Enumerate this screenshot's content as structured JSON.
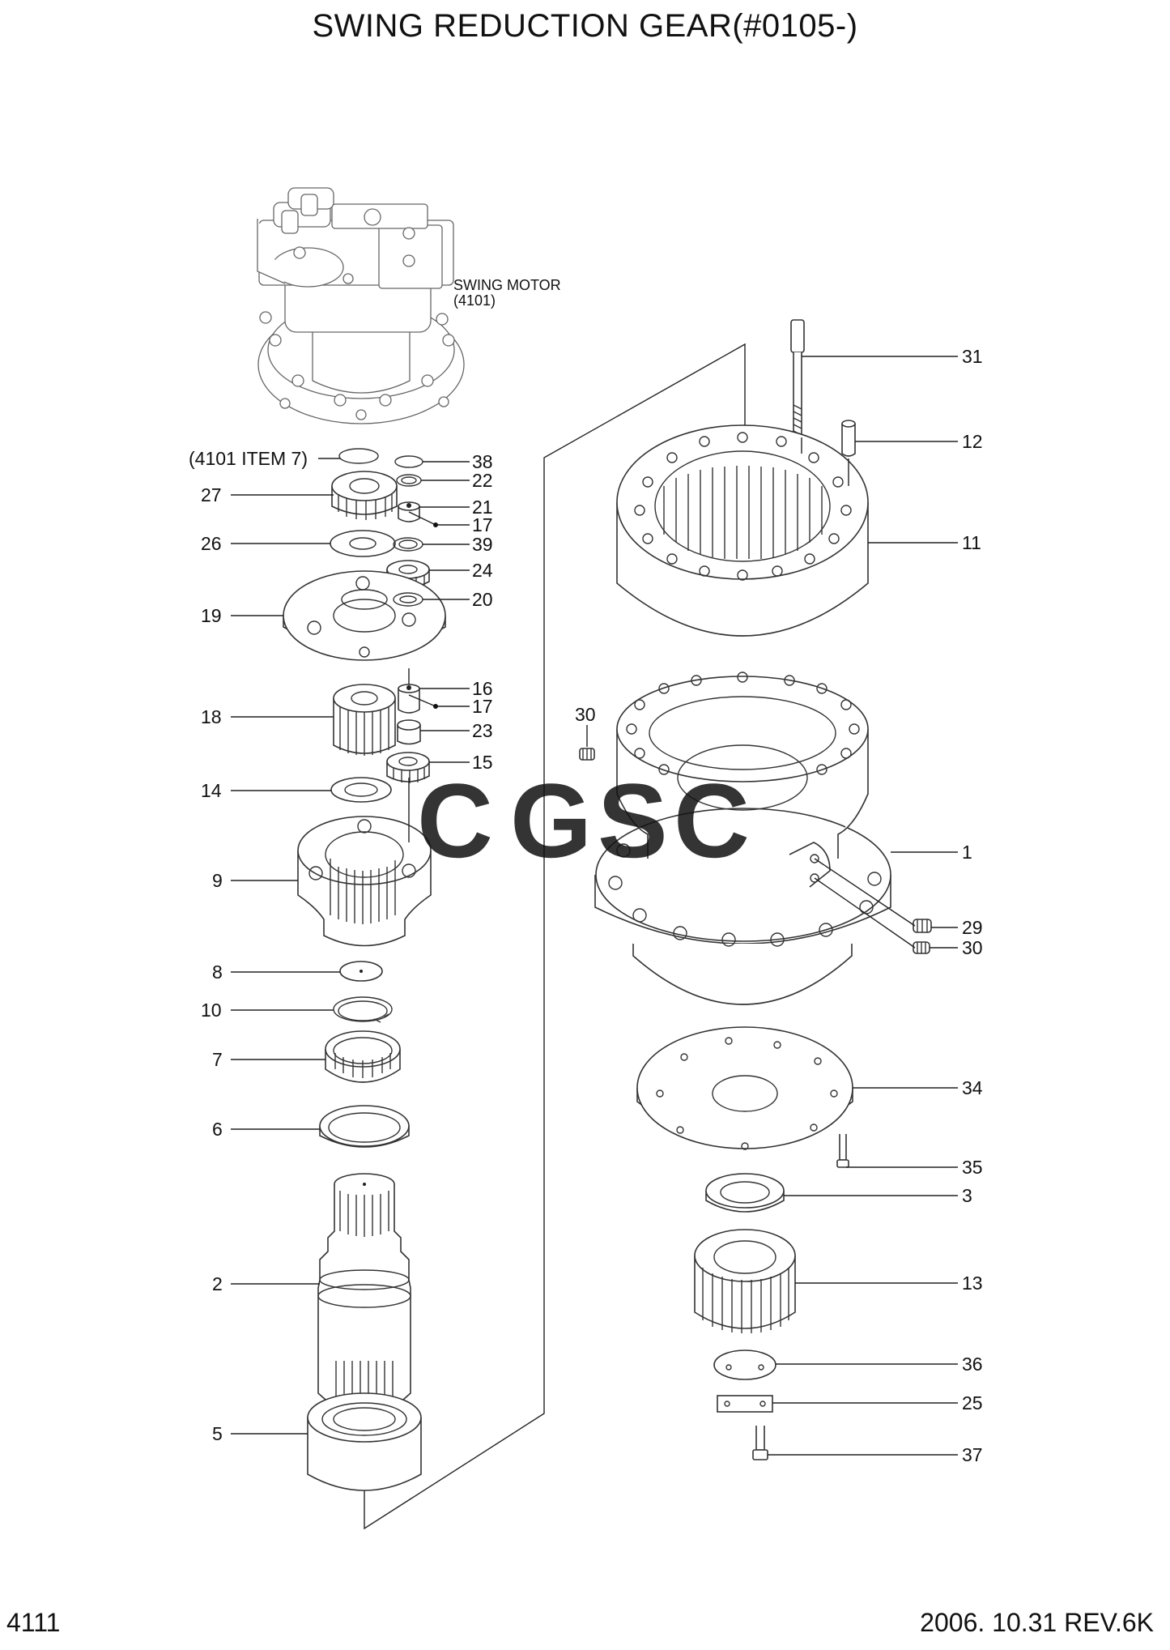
{
  "title": "SWING REDUCTION GEAR(#0105-)",
  "page_number": "4111",
  "revision": "2006. 10.31  REV.6K",
  "swing_motor": {
    "line1": "SWING MOTOR",
    "line2": "(4101)"
  },
  "ref_item": "(4101 ITEM 7)",
  "watermark": {
    "letters": [
      "C",
      "G",
      "S",
      "C"
    ],
    "colors": [
      "#5b8ff0",
      "#f2807a",
      "#f7d24a",
      "#5bbf8a"
    ]
  },
  "callouts": {
    "p38": "38",
    "p22": "22",
    "p21": "21",
    "p17a": "17",
    "p27": "27",
    "p26": "26",
    "p39": "39",
    "p24": "24",
    "p19": "19",
    "p20": "20",
    "p16": "16",
    "p17b": "17",
    "p18": "18",
    "p23": "23",
    "p15": "15",
    "p14": "14",
    "p9": "9",
    "p8": "8",
    "p10": "10",
    "p7": "7",
    "p6": "6",
    "p2": "2",
    "p5": "5",
    "p31": "31",
    "p12": "12",
    "p11": "11",
    "p30a": "30",
    "p1": "1",
    "p29": "29",
    "p30b": "30",
    "p34": "34",
    "p35": "35",
    "p3": "3",
    "p13": "13",
    "p36": "36",
    "p25": "25",
    "p37": "37"
  }
}
